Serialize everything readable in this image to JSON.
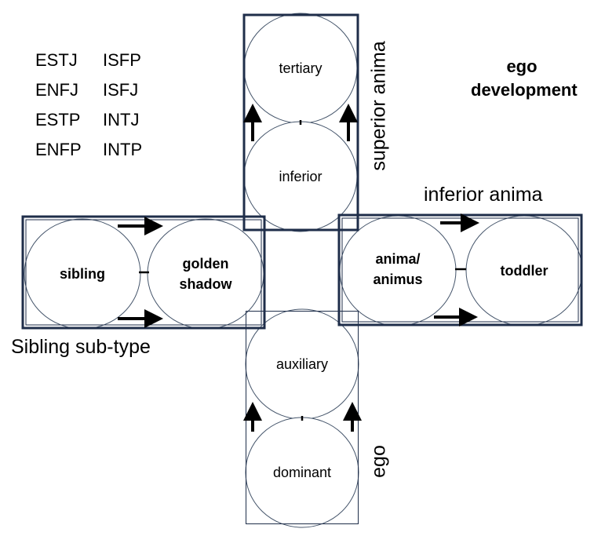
{
  "types_left": [
    "ESTJ",
    "ENFJ",
    "ESTP",
    "ENFP"
  ],
  "types_right": [
    "ISFP",
    "ISFJ",
    "INTJ",
    "INTP"
  ],
  "title": [
    "ego",
    "development"
  ],
  "circles": {
    "tertiary": "tertiary",
    "inferior": "inferior",
    "sibling": "sibling",
    "golden_shadow": [
      "golden",
      "shadow"
    ],
    "anima": [
      "anima/",
      "animus"
    ],
    "toddler": "toddler",
    "auxiliary": "auxiliary",
    "dominant": "dominant"
  },
  "groups": {
    "superior_anima": "superior anima",
    "inferior_anima": "inferior anima",
    "sibling_subtype": "Sibling sub-type",
    "ego": "ego"
  },
  "colors": {
    "box": "#1f2e4a",
    "circle": "#44546a"
  }
}
